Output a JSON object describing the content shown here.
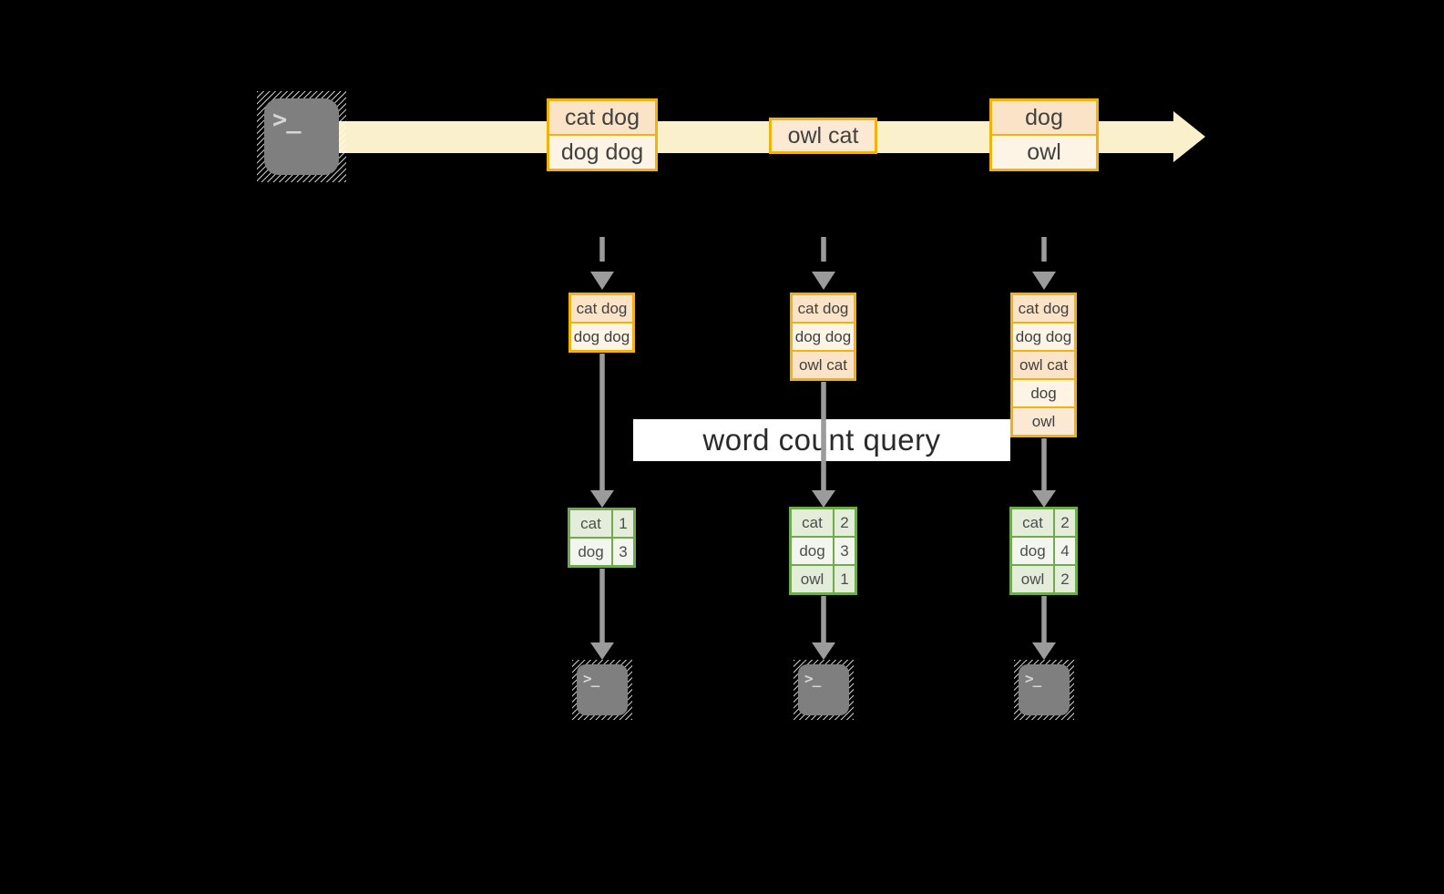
{
  "query_label": "word count query",
  "prompt_glyph": ">_",
  "stream": {
    "boxes": [
      {
        "cells": [
          "cat dog",
          "dog dog"
        ]
      },
      {
        "cells": [
          "owl cat"
        ]
      },
      {
        "cells": [
          "dog",
          "owl"
        ]
      }
    ]
  },
  "batches": [
    {
      "input": [
        "cat dog",
        "dog dog"
      ],
      "counts": [
        {
          "word": "cat",
          "count": "1"
        },
        {
          "word": "dog",
          "count": "3"
        }
      ]
    },
    {
      "input": [
        "cat dog",
        "dog dog",
        "owl cat"
      ],
      "counts": [
        {
          "word": "cat",
          "count": "2"
        },
        {
          "word": "dog",
          "count": "3"
        },
        {
          "word": "owl",
          "count": "1"
        }
      ]
    },
    {
      "input": [
        "cat dog",
        "dog dog",
        "owl cat",
        "dog",
        "owl"
      ],
      "counts": [
        {
          "word": "cat",
          "count": "2"
        },
        {
          "word": "dog",
          "count": "4"
        },
        {
          "word": "owl",
          "count": "2"
        }
      ]
    }
  ],
  "colors": {
    "background": "#000000",
    "stream_band": "#fbf0cc",
    "box_border": "#f2b20d",
    "cell_peach": "#fbe3c8",
    "cell_cream": "#fdf4e6",
    "table_border": "#6fab4d",
    "table_row_dark": "#e4edda",
    "table_row_light": "#f2f6ee",
    "arrow_gray": "#9b9b9b",
    "terminal_gray": "#7f7f7f",
    "query_band_bg": "#ffffff"
  }
}
